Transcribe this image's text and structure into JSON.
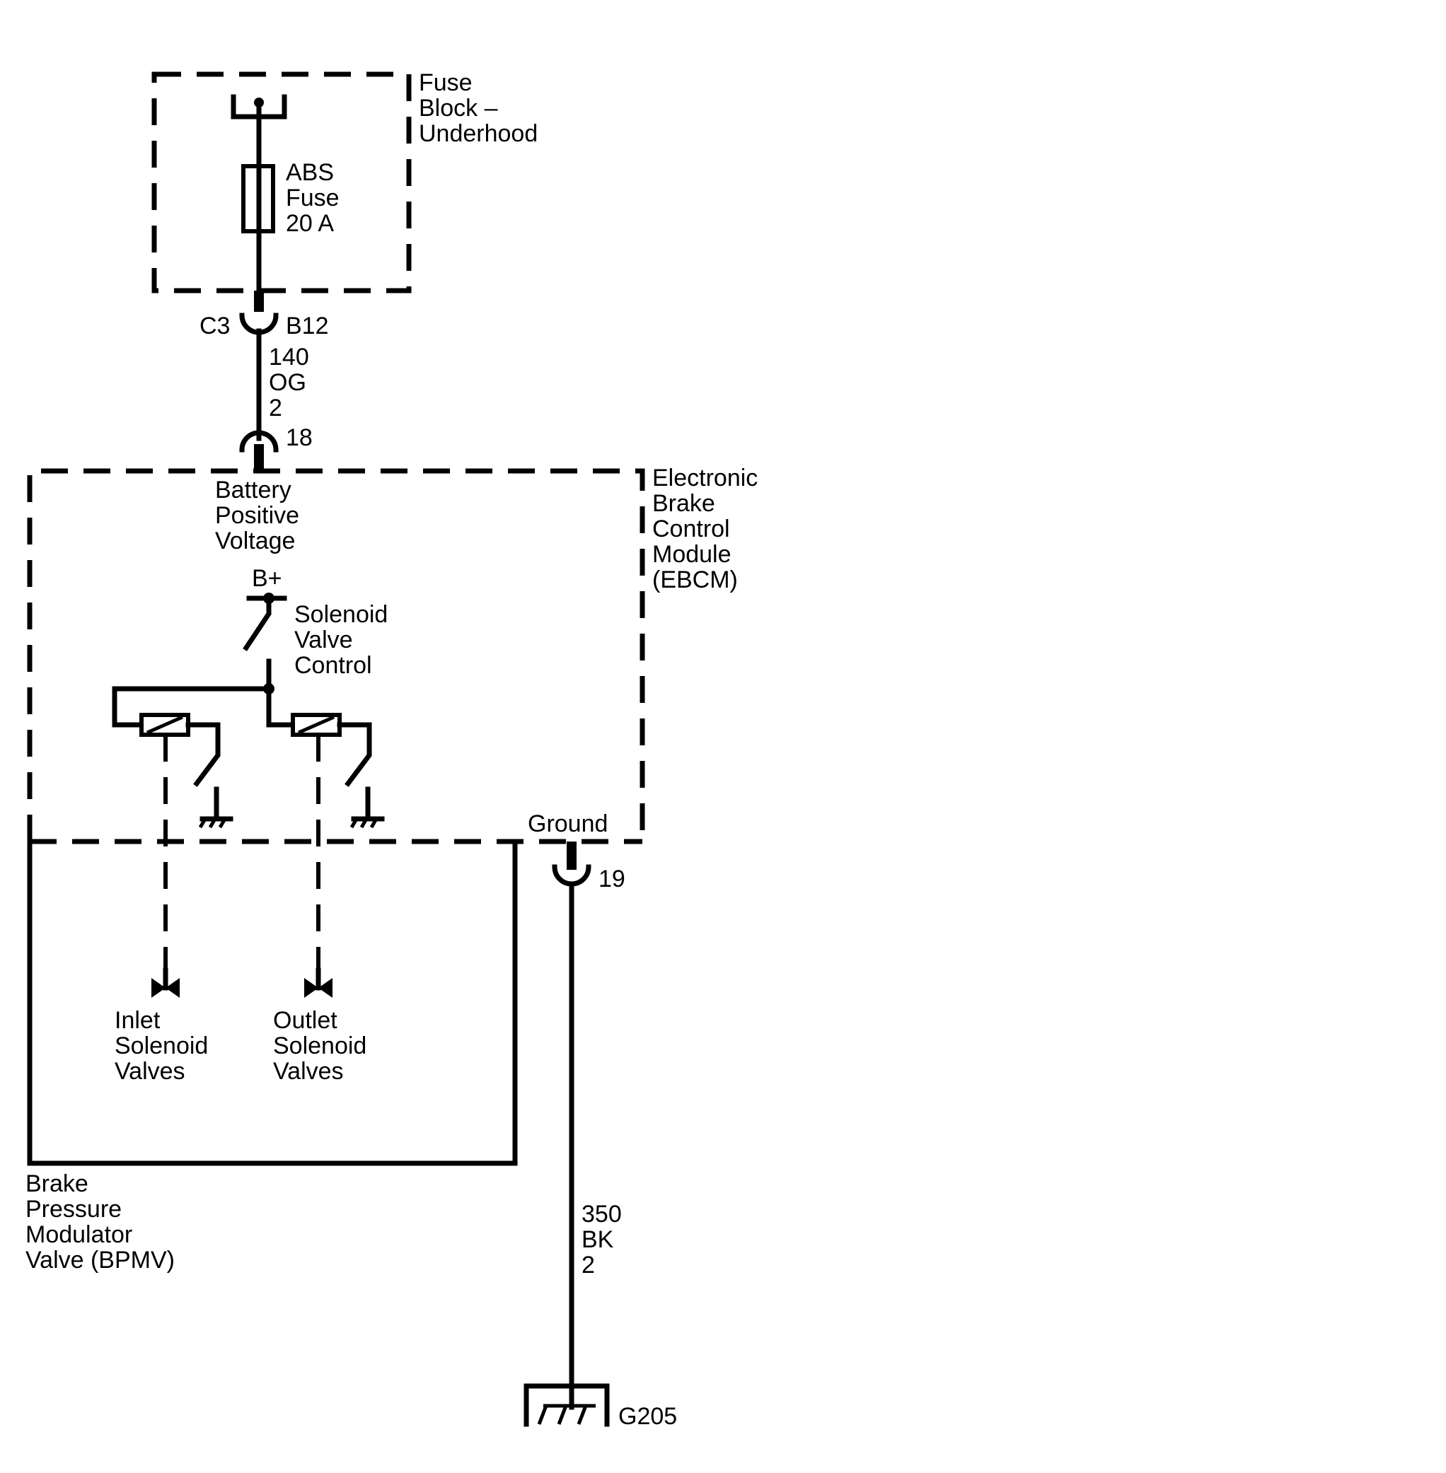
{
  "fuse_block": {
    "label": [
      "Fuse",
      "Block –",
      "Underhood"
    ]
  },
  "fuse": {
    "label": [
      "ABS",
      "Fuse",
      "20 A"
    ]
  },
  "connector_c3": {
    "name": "C3",
    "pin": "B12"
  },
  "wire_140": {
    "lines": [
      "140",
      "OG",
      "2"
    ]
  },
  "connector_18": {
    "pin": "18"
  },
  "ebcm": {
    "label": [
      "Electronic",
      "Brake",
      "Control",
      "Module",
      "(EBCM)"
    ],
    "battery_label": [
      "Battery",
      "Positive",
      "Voltage"
    ],
    "bplus": "B+",
    "solenoid_label": [
      "Solenoid",
      "Valve",
      "Control"
    ],
    "ground_label": "Ground"
  },
  "connector_19": {
    "pin": "19"
  },
  "inlet": {
    "label": [
      "Inlet",
      "Solenoid",
      "Valves"
    ]
  },
  "outlet": {
    "label": [
      "Outlet",
      "Solenoid",
      "Valves"
    ]
  },
  "bpmv": {
    "label": [
      "Brake",
      "Pressure",
      "Modulator",
      "Valve (BPMV)"
    ]
  },
  "wire_350": {
    "lines": [
      "350",
      "BK",
      "2"
    ]
  },
  "ground_g205": {
    "label": "G205"
  }
}
